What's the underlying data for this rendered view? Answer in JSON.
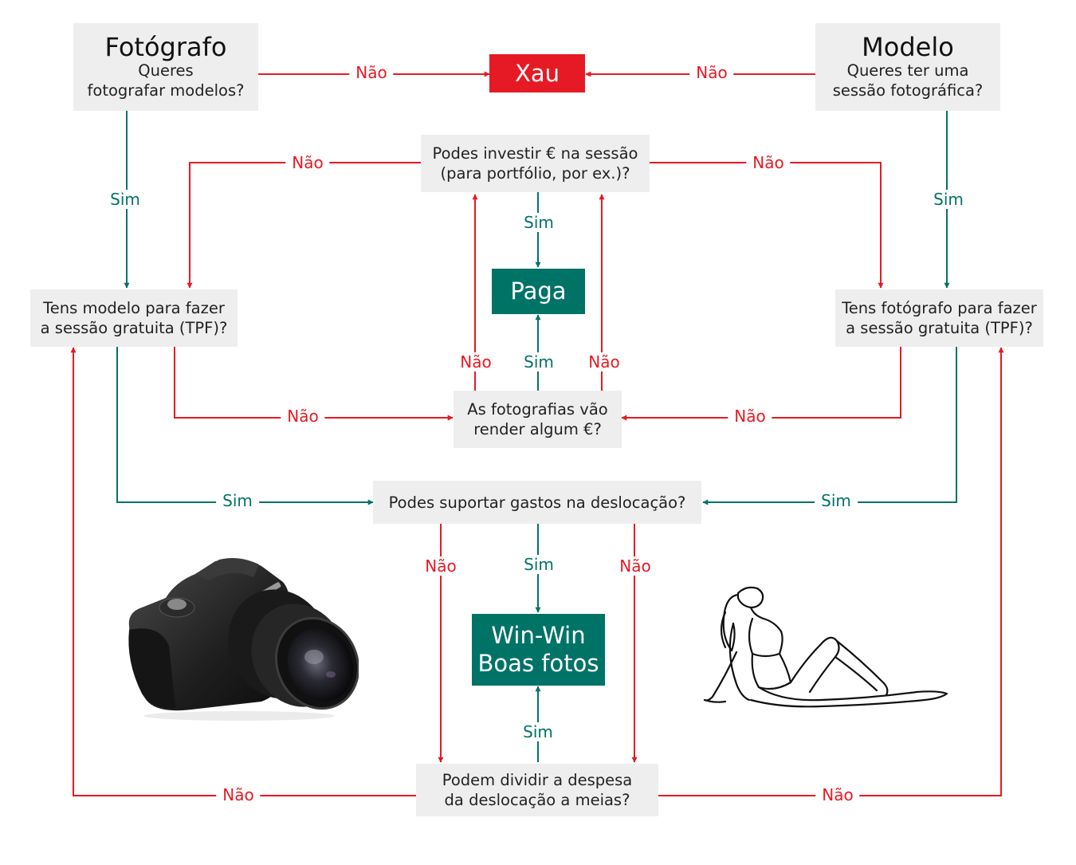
{
  "nodes": {
    "fotografo": {
      "title": "Fotógrafo",
      "line1": "Queres",
      "line2": "fotografar modelos?"
    },
    "modelo": {
      "title": "Modelo",
      "line1": "Queres ter uma",
      "line2": "sessão fotográfica?"
    },
    "xau": {
      "label": "Xau"
    },
    "investir": {
      "line1": "Podes investir € na sessão",
      "line2": "(para portfólio, por ex.)?"
    },
    "paga": {
      "label": "Paga"
    },
    "tens_modelo": {
      "line1": "Tens modelo para fazer",
      "line2": "a sessão gratuita (TPF)?"
    },
    "tens_fotografo": {
      "line1": "Tens fotógrafo para fazer",
      "line2": "a sessão gratuita (TPF)?"
    },
    "render": {
      "line1": "As fotografias vão",
      "line2": "render algum €?"
    },
    "deslocacao": {
      "line1": "Podes suportar gastos na deslocação?"
    },
    "winwin": {
      "line1": "Win-Win",
      "line2": "Boas fotos"
    },
    "dividir": {
      "line1": "Podem dividir a despesa",
      "line2": "da deslocação a meias?"
    }
  },
  "labels": {
    "no": "Não",
    "yes": "Sim"
  },
  "colors": {
    "no": "#e51a24",
    "yes": "#007367",
    "box": "#eeeeee"
  }
}
